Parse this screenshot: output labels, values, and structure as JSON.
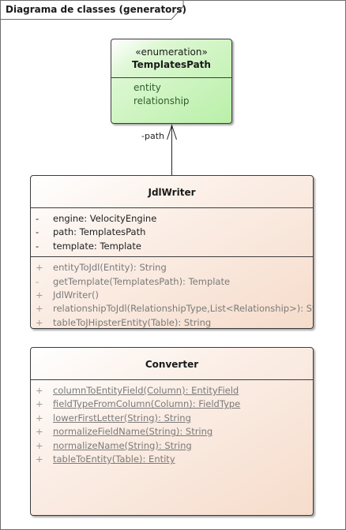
{
  "frame": {
    "title": "Diagrama de classes (generators)"
  },
  "enumeration": {
    "stereotype": "«enumeration»",
    "name": "TemplatesPath",
    "literals": [
      "entity",
      "relationship"
    ]
  },
  "association": {
    "role": "-path"
  },
  "jdlwriter": {
    "name": "JdlWriter",
    "attributes": [
      {
        "visibility": "-",
        "text": "engine: VelocityEngine"
      },
      {
        "visibility": "-",
        "text": "path: TemplatesPath"
      },
      {
        "visibility": "-",
        "text": "template: Template"
      }
    ],
    "operations": [
      {
        "visibility": "+",
        "text": "entityToJdl(Entity): String"
      },
      {
        "visibility": "-",
        "text": "getTemplate(TemplatesPath): Template"
      },
      {
        "visibility": "+",
        "text": "JdlWriter()"
      },
      {
        "visibility": "+",
        "text": "relationshipToJdl(RelationshipType,List<Relationship>): String"
      },
      {
        "visibility": "+",
        "text": "tableToJHipsterEntity(Table): String"
      }
    ]
  },
  "converter": {
    "name": "Converter",
    "operations": [
      {
        "visibility": "+",
        "text": "columnToEntityField(Column): EntityField"
      },
      {
        "visibility": "+",
        "text": "fieldTypeFromColumn(Column): FieldType"
      },
      {
        "visibility": "+",
        "text": "lowerFirstLetter(String): String"
      },
      {
        "visibility": "+",
        "text": "normalizeFieldName(String): String"
      },
      {
        "visibility": "+",
        "text": "normalizeName(String): String"
      },
      {
        "visibility": "+",
        "text": "tableToEntity(Table): Entity"
      }
    ]
  }
}
